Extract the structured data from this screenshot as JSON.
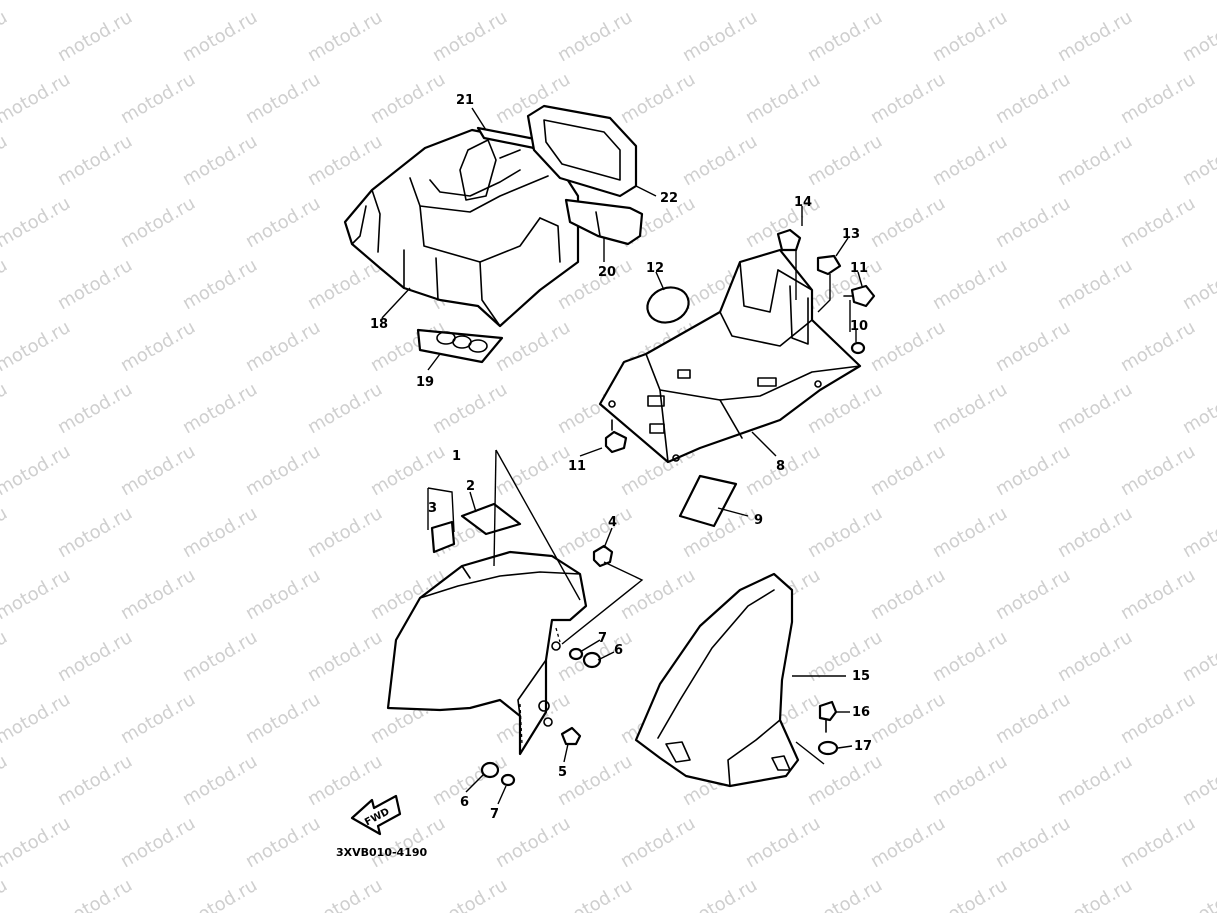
{
  "diagram": {
    "watermark": "motod.ru",
    "drawing_code": "3XVB010-4190",
    "fwd_label": "FWD",
    "callouts": [
      {
        "id": "c1",
        "label": "1"
      },
      {
        "id": "c2",
        "label": "2"
      },
      {
        "id": "c3",
        "label": "3"
      },
      {
        "id": "c4",
        "label": "4"
      },
      {
        "id": "c5",
        "label": "5"
      },
      {
        "id": "c6a",
        "label": "6"
      },
      {
        "id": "c6b",
        "label": "6"
      },
      {
        "id": "c7a",
        "label": "7"
      },
      {
        "id": "c7b",
        "label": "7"
      },
      {
        "id": "c8",
        "label": "8"
      },
      {
        "id": "c9",
        "label": "9"
      },
      {
        "id": "c10",
        "label": "10"
      },
      {
        "id": "c11a",
        "label": "11"
      },
      {
        "id": "c11b",
        "label": "11"
      },
      {
        "id": "c12",
        "label": "12"
      },
      {
        "id": "c13",
        "label": "13"
      },
      {
        "id": "c14",
        "label": "14"
      },
      {
        "id": "c15",
        "label": "15"
      },
      {
        "id": "c16",
        "label": "16"
      },
      {
        "id": "c17",
        "label": "17"
      },
      {
        "id": "c18",
        "label": "18"
      },
      {
        "id": "c19",
        "label": "19"
      },
      {
        "id": "c20",
        "label": "20"
      },
      {
        "id": "c21",
        "label": "21"
      },
      {
        "id": "c22",
        "label": "22"
      }
    ]
  }
}
